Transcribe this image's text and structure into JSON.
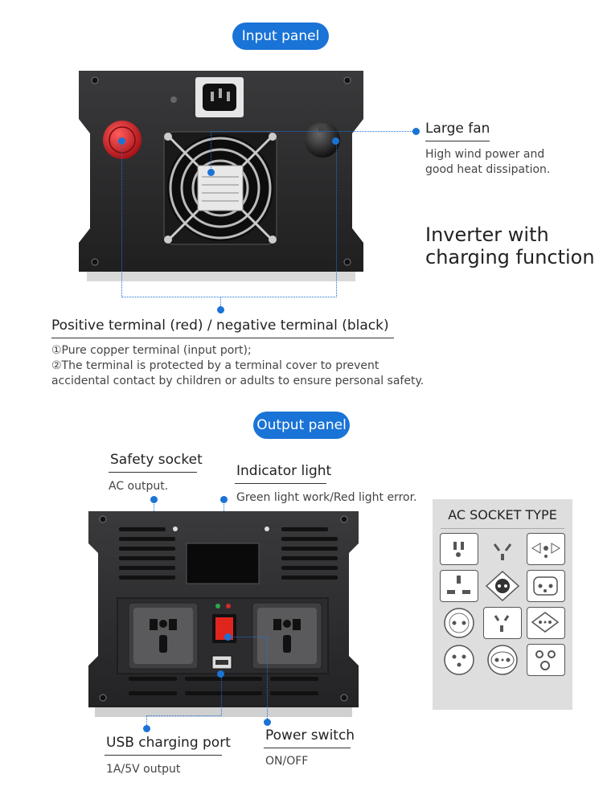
{
  "input_section": {
    "title": "Input panel",
    "fan_heading": "Large fan",
    "fan_desc_line1": "High wind power and",
    "fan_desc_line2": "good heat dissipation.",
    "tagline_line1": "Inverter with",
    "tagline_line2": "charging function",
    "terminal_heading": "Positive terminal (red) / negative terminal (black)",
    "terminal_note1": "①Pure copper terminal (input port);",
    "terminal_note2": "②The terminal is protected by a terminal cover to prevent",
    "terminal_note3": "accidental contact by children or adults to ensure personal safety."
  },
  "output_section": {
    "title": "Output panel",
    "socket_heading": "Safety socket",
    "socket_desc": "AC output.",
    "indicator_heading": "Indicator light",
    "indicator_desc": "Green light work/Red light error.",
    "usb_heading": "USB charging port",
    "usb_desc": "1A/5V output",
    "switch_heading": "Power switch",
    "switch_desc": "ON/OFF"
  },
  "socket_types": {
    "title": "AC SOCKET TYPE",
    "items": [
      "type-1",
      "type-2",
      "type-3",
      "type-4",
      "type-5",
      "type-6",
      "type-7",
      "type-8",
      "type-9",
      "type-10",
      "type-11",
      "type-12"
    ]
  },
  "colors": {
    "accent": "#1a73d6",
    "device_body": "#2b2b2d",
    "terminal_red": "#c0141c",
    "socket_panel_bg": "#dedede"
  }
}
